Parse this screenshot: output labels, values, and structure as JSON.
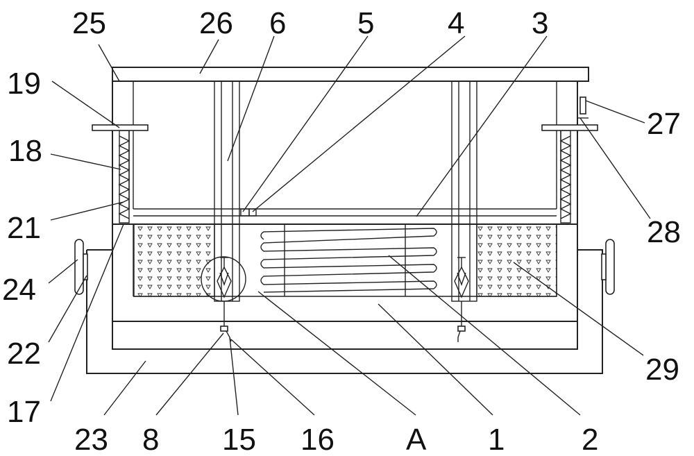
{
  "labels": {
    "l25": "25",
    "l26": "26",
    "l6": "6",
    "l5": "5",
    "l4": "4",
    "l3": "3",
    "l19": "19",
    "l27": "27",
    "l18": "18",
    "l21": "21",
    "l28": "28",
    "l24": "24",
    "l22": "22",
    "l29": "29",
    "l17": "17",
    "l23": "23",
    "l8": "8",
    "l15": "15",
    "l16": "16",
    "lA": "A",
    "l1": "1",
    "l2": "2"
  }
}
